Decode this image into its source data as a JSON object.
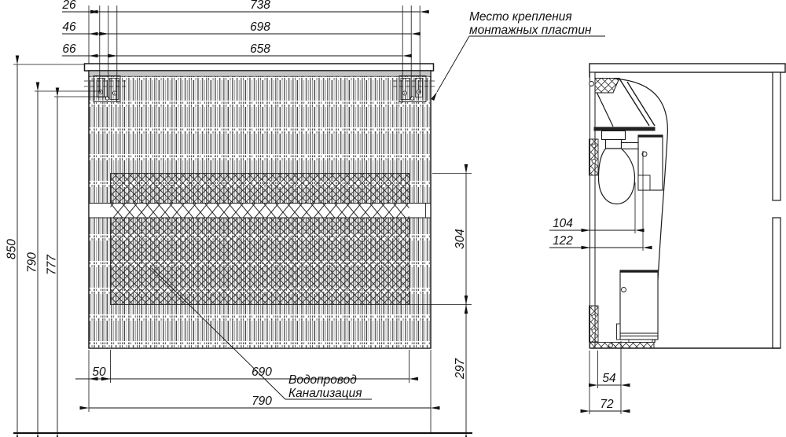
{
  "annotations": {
    "mounting_note": {
      "line1": "Место крепления",
      "line2": "монтажных пластин"
    },
    "plumbing_note": {
      "line1": "Водопровод",
      "line2": "Канализация"
    }
  },
  "front_view": {
    "dims": {
      "offset_left_1": "26",
      "offset_left_2": "46",
      "offset_left_3": "66",
      "span_outer": "738",
      "span_mid": "698",
      "span_inner": "658",
      "height_total": "850",
      "height_upper_hole": "790",
      "height_lower_hole": "777",
      "band_height": "304",
      "floor_to_band": "297",
      "inset_left": "50",
      "band_width": "690",
      "width_total": "790"
    }
  },
  "side_view": {
    "dims": {
      "drain_pipe_offset": "104",
      "drain_outlet_offset": "122",
      "back_clearance_inner": "54",
      "back_clearance_outer": "72"
    }
  }
}
